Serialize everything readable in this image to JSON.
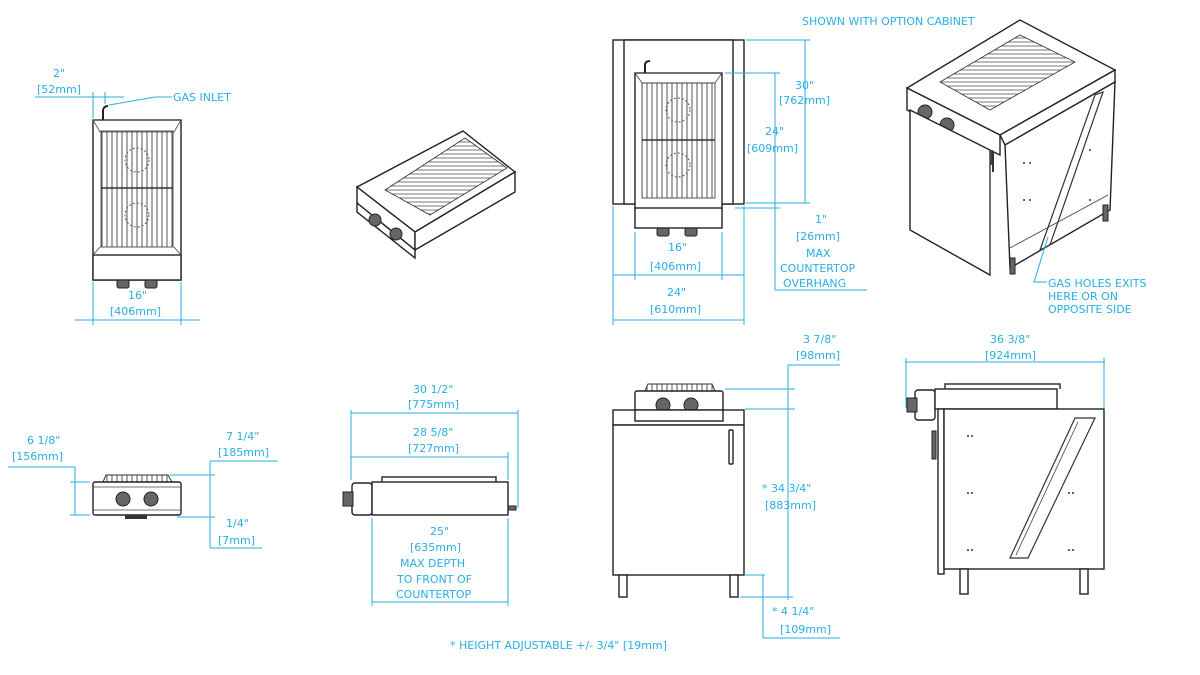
{
  "title": "Two-burner built-in grill dimension drawing",
  "accent_color": "#29aee3",
  "line_color": "#222222",
  "views": {
    "top_view": {
      "gas_offset": {
        "imperial": "2\"",
        "metric": "[52mm]"
      },
      "gas_inlet_label": "GAS INLET",
      "width": {
        "imperial": "16\"",
        "metric": "[406mm]"
      }
    },
    "iso_grill": {
      "label": ""
    },
    "top_view_cabinet": {
      "cabinet_depth": {
        "imperial": "30\"",
        "metric": "[762mm]"
      },
      "grill_depth": {
        "imperial": "24\"",
        "metric": "[609mm]"
      },
      "overhang": {
        "imperial": "1\"",
        "metric": "[26mm]",
        "note_lines": [
          "MAX",
          "COUNTERTOP",
          "OVERHANG"
        ]
      },
      "grill_width": {
        "imperial": "16\"",
        "metric": "[406mm]"
      },
      "cabinet_width": {
        "imperial": "24\"",
        "metric": "[610mm]"
      }
    },
    "iso_cabinet": {
      "caption": "SHOWN WITH OPTION CABINET",
      "gas_holes_note": [
        "GAS HOLES EXITS",
        "HERE OR ON",
        "OPPOSITE SIDE"
      ]
    },
    "front_view": {
      "total_height": {
        "imperial": "6 1/8\"",
        "metric": "[156mm]"
      },
      "body_height": {
        "imperial": "7 1/4\"",
        "metric": "[185mm]"
      },
      "bottom_gap": {
        "imperial": "1/4\"",
        "metric": "[7mm]"
      }
    },
    "side_view": {
      "overall_depth": {
        "imperial": "30 1/2\"",
        "metric": "[775mm]"
      },
      "body_depth": {
        "imperial": "28 5/8\"",
        "metric": "[727mm]"
      },
      "max_depth": {
        "imperial": "25\"",
        "metric": "[635mm]",
        "note_lines": [
          "MAX DEPTH",
          "TO FRONT OF",
          "COUNTERTOP"
        ]
      }
    },
    "front_cabinet": {
      "grill_above": {
        "imperial": "3 7/8\"",
        "metric": "[98mm]"
      },
      "counter_height": {
        "imperial": "* 34 3/4\"",
        "metric": "[883mm]"
      },
      "leg_height": {
        "imperial": "* 4 1/4\"",
        "metric": "[109mm]"
      }
    },
    "side_cabinet": {
      "overall_depth": {
        "imperial": "36 3/8\"",
        "metric": "[924mm]"
      }
    }
  },
  "footnote": "*  HEIGHT ADJUSTABLE +/- 3/4\" [19mm]"
}
